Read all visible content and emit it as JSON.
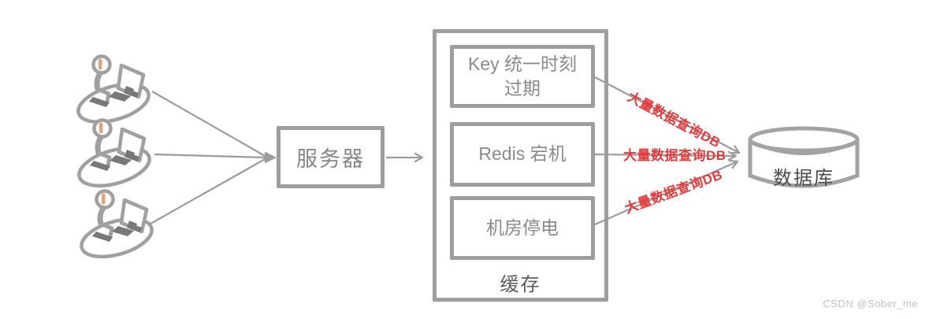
{
  "diagram": {
    "clients": {
      "icon": "person-at-computer-icon",
      "count": 3
    },
    "server": {
      "label": "服务器"
    },
    "cache": {
      "label": "缓存",
      "failures": [
        "Key 统一时刻过期",
        "Redis 宕机",
        "机房停电"
      ]
    },
    "database": {
      "label": "数据库"
    },
    "edge_labels": [
      "大量数据查询DB",
      "大量数据查询DB",
      "大量数据查询DB"
    ],
    "watermark": "CSDN @Sober_me",
    "colors": {
      "line": "#9c9c9c",
      "border": "#9e9e9e",
      "alert_text": "#e23c3c"
    }
  }
}
